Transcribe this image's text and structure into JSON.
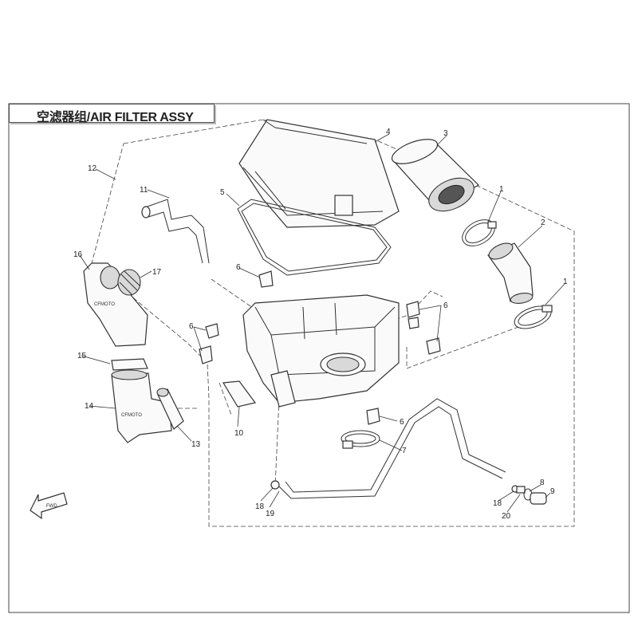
{
  "title": "空滤器组/AIR FILTER ASSY",
  "direction_label": "FWD",
  "callouts": [
    "1",
    "2",
    "3",
    "4",
    "5",
    "6",
    "7",
    "8",
    "9",
    "10",
    "11",
    "12",
    "13",
    "14",
    "15",
    "16",
    "17",
    "18",
    "19",
    "20"
  ],
  "part_markings": [
    "CFMOTO",
    "CFMOTO"
  ]
}
